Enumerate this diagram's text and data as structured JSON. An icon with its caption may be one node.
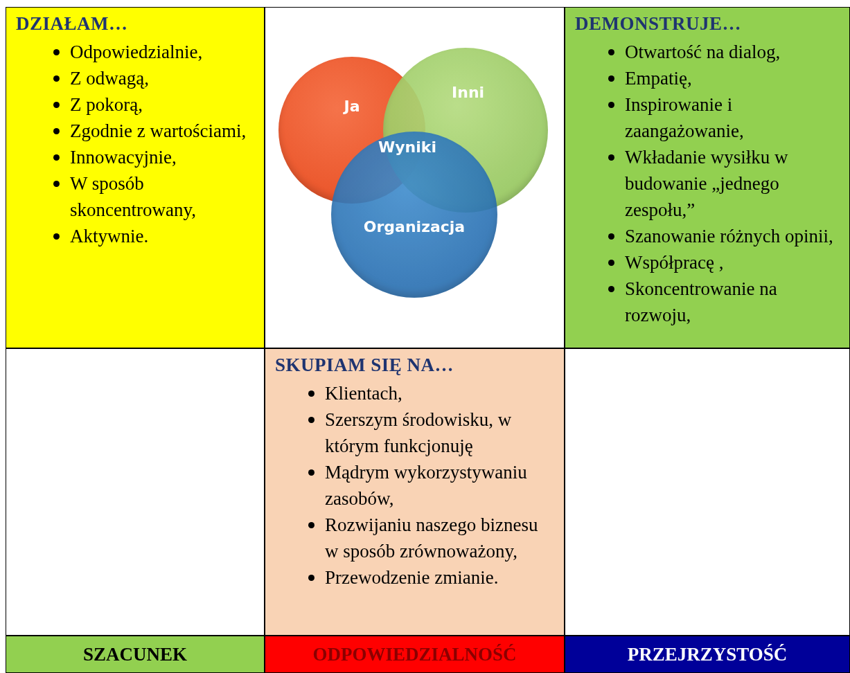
{
  "diagram": {
    "nodes": [
      {
        "text": [
          "DZIAŁAM…",
          "Odpowiedzialnie,",
          "Z odwagą,",
          "Z pokorą,",
          "Zgodnie z wartościami,",
          "Innowacyjnie,",
          "W sposób skoncentrowany,",
          "Aktywnie."
        ]
      },
      {
        "text": [
          "Ja"
        ]
      },
      {
        "text": [
          "Inni"
        ]
      },
      {
        "text": [
          "Organizacja"
        ]
      },
      {
        "text": [
          "DEMONSTRUJE…",
          "Otwartość na dialog,",
          "Empatię,",
          "Inspirowanie i zaangażowanie,",
          "Wkładanie wysiłku w budowanie „jednego zespołu,”",
          "Szanowanie różnych opinii,",
          "Współpracę ,",
          "Skoncentrowanie na rozwoju,"
        ]
      },
      {
        "text": [
          "SKUPIAM SIĘ NA…",
          "Klientach,",
          "Szerszym środowisku, w którym funkcjonuję",
          "Mądrym wykorzystywaniu zasobów,",
          "Rozwijaniu naszego biznesu w sposób zrównoważony,",
          "Przewodzenie zmianie."
        ]
      },
      {
        "text": [
          "SZACUNEK"
        ]
      },
      {
        "text": [
          "ODPOWIEDZIALNOŚĆ"
        ]
      },
      {
        "text": [
          "PRZEJRZYSTOŚĆ"
        ]
      }
    ],
    "labels": [
      "Wyniki"
    ]
  }
}
